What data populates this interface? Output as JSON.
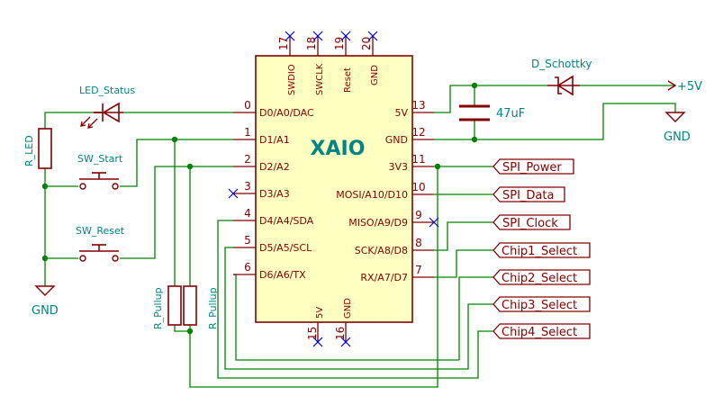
{
  "colors": {
    "wire": "#008400",
    "component": "#840000",
    "component_fill": "#ffffc2",
    "reference_text": "#008484",
    "no_connect": "#0000cc"
  },
  "mcu": {
    "name": "XAIO",
    "left_pins": [
      {
        "num": "0",
        "name": "D0/A0/DAC"
      },
      {
        "num": "1",
        "name": "D1/A1"
      },
      {
        "num": "2",
        "name": "D2/A2"
      },
      {
        "num": "3",
        "name": "D3/A3"
      },
      {
        "num": "4",
        "name": "D4/A4/SDA"
      },
      {
        "num": "5",
        "name": "D5/A5/SCL"
      },
      {
        "num": "6",
        "name": "D6/A6/TX"
      }
    ],
    "right_pins": [
      {
        "num": "13",
        "name": "5V"
      },
      {
        "num": "12",
        "name": "GND"
      },
      {
        "num": "11",
        "name": "3V3"
      },
      {
        "num": "10",
        "name": "MOSI/A10/D10"
      },
      {
        "num": "9",
        "name": "MISO/A9/D9"
      },
      {
        "num": "8",
        "name": "SCK/A8/D8"
      },
      {
        "num": "7",
        "name": "RX/A7/D7"
      }
    ],
    "top_pins": [
      {
        "num": "17",
        "name": "SWDIO"
      },
      {
        "num": "18",
        "name": "SWCLK"
      },
      {
        "num": "19",
        "name": "Reset"
      },
      {
        "num": "20",
        "name": "GND"
      }
    ],
    "bottom_pins": [
      {
        "num": "15",
        "name": "5V"
      },
      {
        "num": "16",
        "name": "GND"
      }
    ]
  },
  "components": {
    "led": "LED_Status",
    "r_led": "R_LED",
    "sw_start": "SW_Start",
    "sw_reset": "SW_Reset",
    "r_pullup_1": "R_Pullup",
    "r_pullup_2": "R_Pullup",
    "capacitor": "47uF",
    "diode": "D_Schottky"
  },
  "power": {
    "vplus": "+5V",
    "gnd_left": "GND",
    "gnd_right": "GND"
  },
  "net_labels": [
    "SPI_Power",
    "SPI_Data",
    "SPI_Clock",
    "Chip1_Select",
    "Chip2_Select",
    "Chip3_Select",
    "Chip4_Select"
  ]
}
